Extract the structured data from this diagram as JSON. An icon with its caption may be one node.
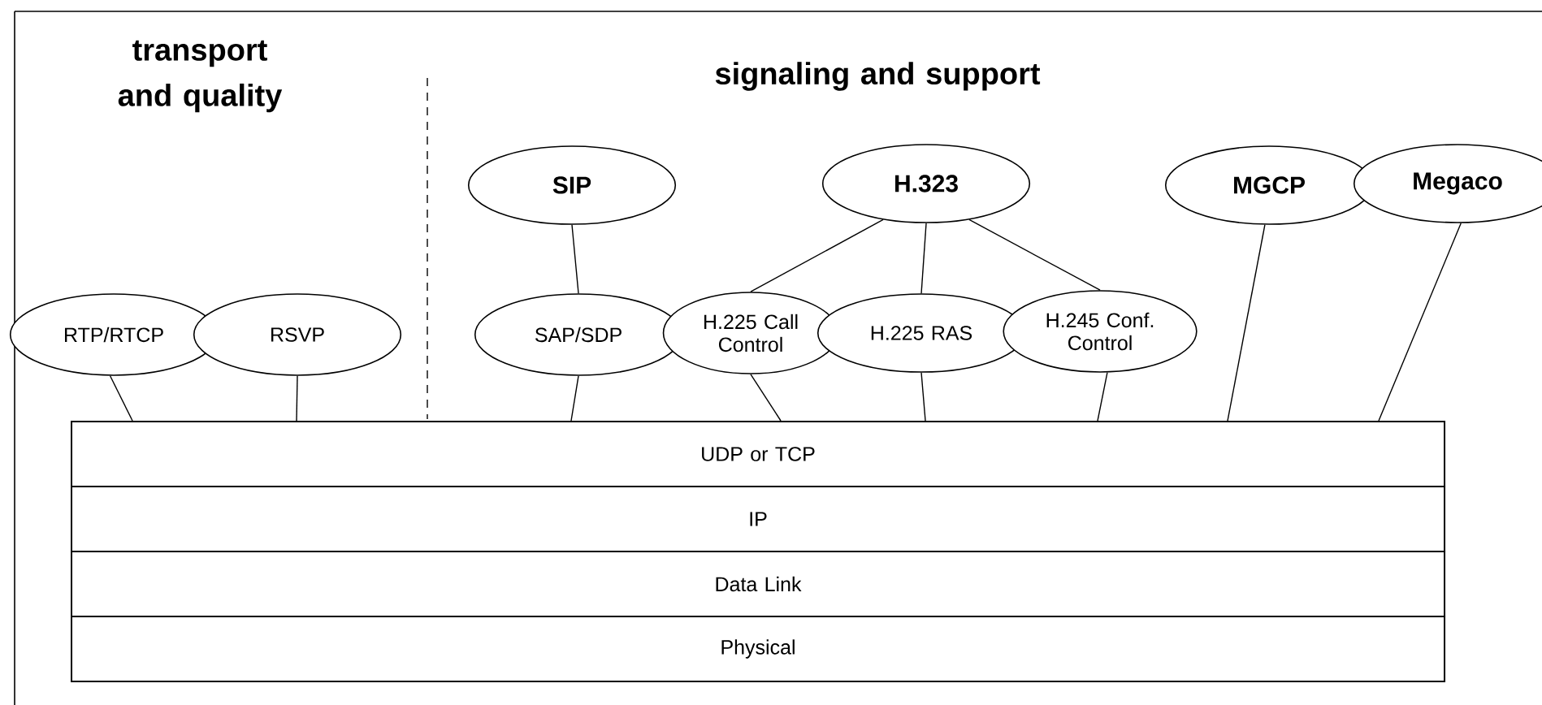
{
  "diagram": {
    "nodes": [
      {
        "text": [
          "RTP/RTCP"
        ]
      },
      {
        "text": [
          "RSVP"
        ]
      },
      {
        "text": [
          "SIP"
        ]
      },
      {
        "text": [
          "H.323"
        ]
      },
      {
        "text": [
          "MGCP"
        ]
      },
      {
        "text": [
          "Megaco"
        ]
      },
      {
        "text": [
          "SAP/SDP"
        ]
      },
      {
        "text": [
          "H.225 Call Control"
        ]
      },
      {
        "text": [
          "H.225 RAS"
        ]
      },
      {
        "text": [
          "H.245 Conf. Control"
        ]
      },
      {
        "text": [
          "UDP or TCP"
        ]
      },
      {
        "text": [
          "IP"
        ]
      },
      {
        "text": [
          "Data Link"
        ]
      },
      {
        "text": [
          "Physical"
        ]
      }
    ],
    "edges": [
      {
        "from": 2,
        "to": 6,
        "arrow": "none"
      },
      {
        "from": 3,
        "to": 7,
        "arrow": "none"
      },
      {
        "from": 3,
        "to": 8,
        "arrow": "none"
      },
      {
        "from": 3,
        "to": 9,
        "arrow": "none"
      },
      {
        "from": 0,
        "to": 10,
        "arrow": "none"
      },
      {
        "from": 1,
        "to": 10,
        "arrow": "none"
      },
      {
        "from": 6,
        "to": 10,
        "arrow": "none"
      },
      {
        "from": 7,
        "to": 10,
        "arrow": "none"
      },
      {
        "from": 8,
        "to": 10,
        "arrow": "none"
      },
      {
        "from": 9,
        "to": 10,
        "arrow": "none"
      },
      {
        "from": 4,
        "to": 10,
        "arrow": "none"
      },
      {
        "from": 5,
        "to": 10,
        "arrow": "none"
      }
    ],
    "labels": [
      "transport and quality",
      "signaling and support"
    ]
  }
}
